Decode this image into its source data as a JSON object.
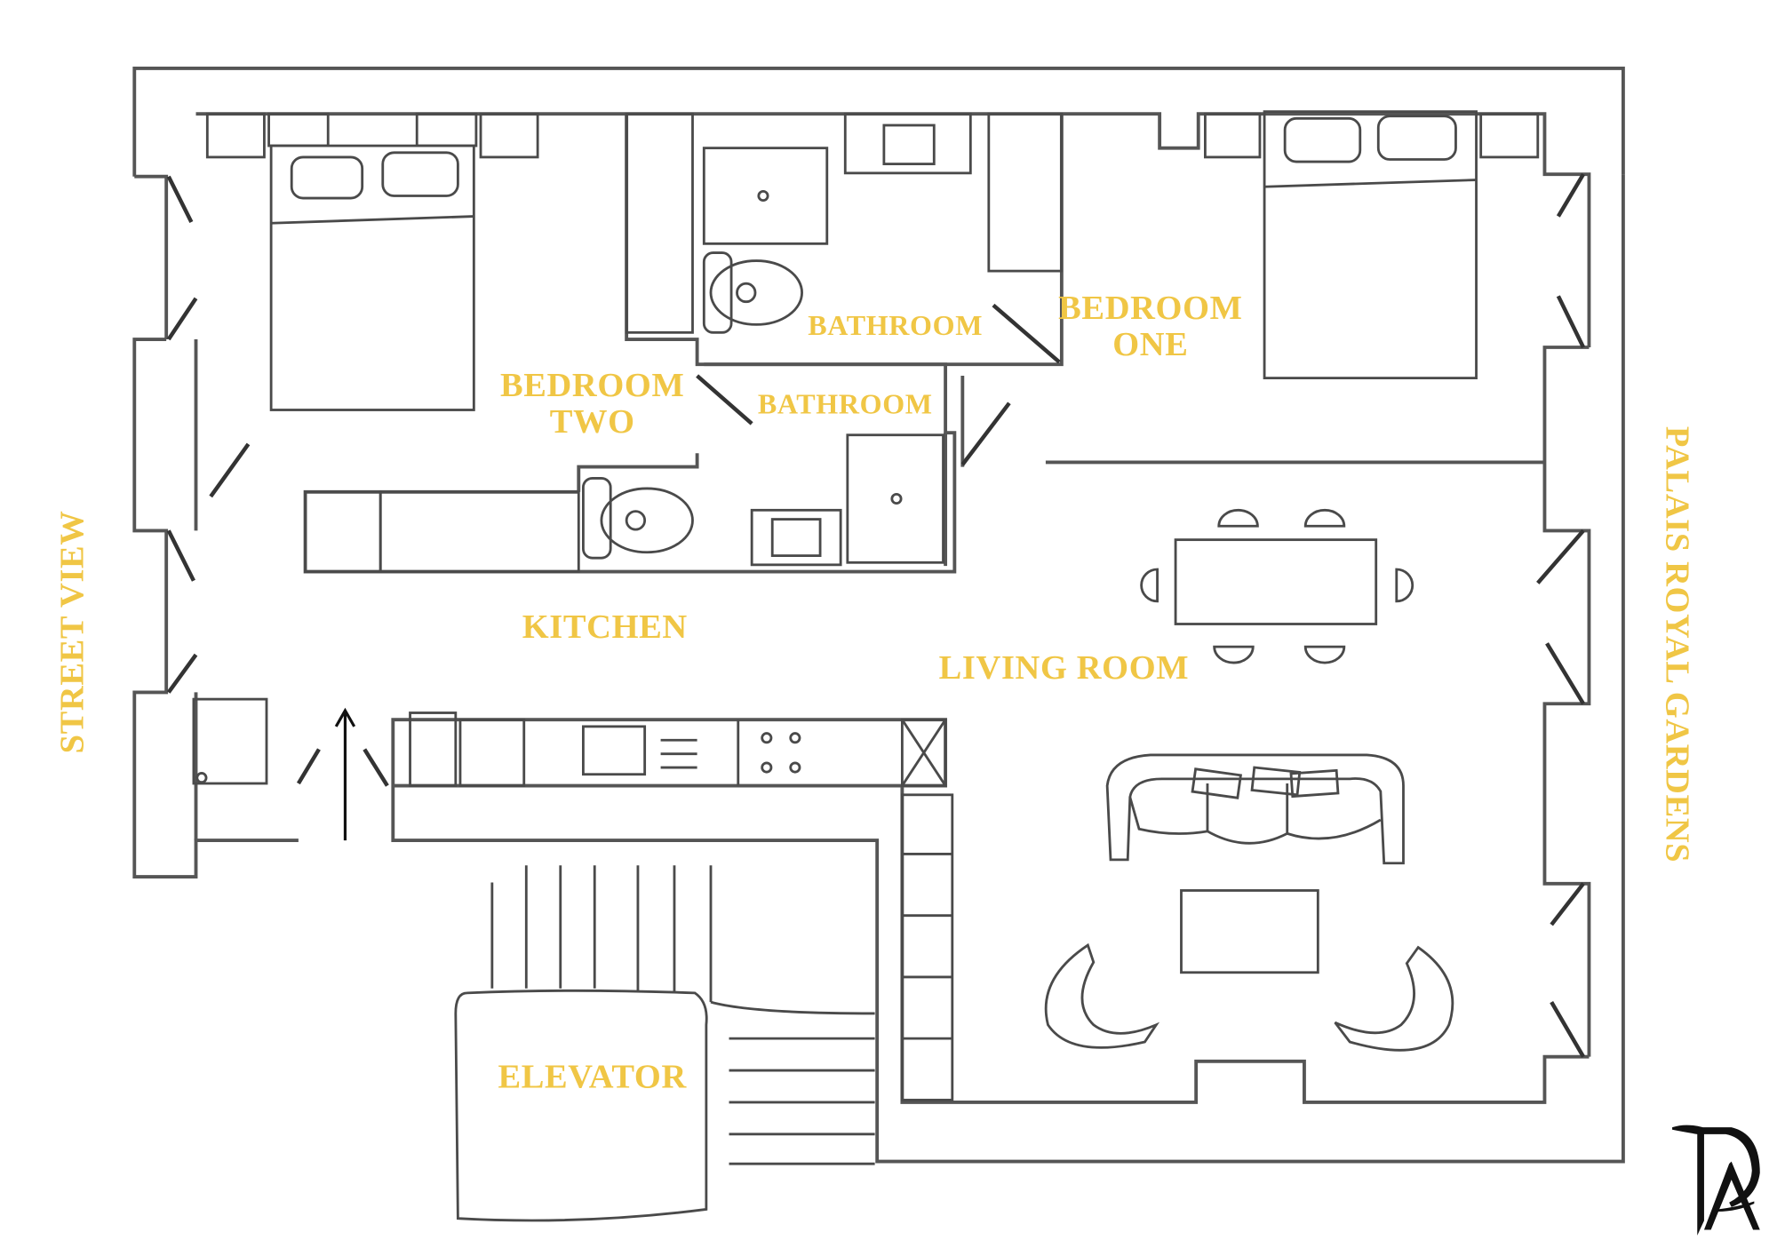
{
  "title": "Apartment Floor Plan",
  "label_color": "#F0C645",
  "wall_color": "#555555",
  "rooms": {
    "bedroom_one": [
      "BEDROOM",
      "ONE"
    ],
    "bedroom_two": [
      "BEDROOM",
      "TWO"
    ],
    "bathroom_one": "BATHROOM",
    "bathroom_two": "BATHROOM",
    "kitchen": "KITCHEN",
    "living_room": "LIVING ROOM",
    "elevator": "ELEVATOR"
  },
  "orientation": {
    "left": "STREET VIEW",
    "right": "PALAIS ROYAL GARDENS"
  },
  "logo": "TA"
}
